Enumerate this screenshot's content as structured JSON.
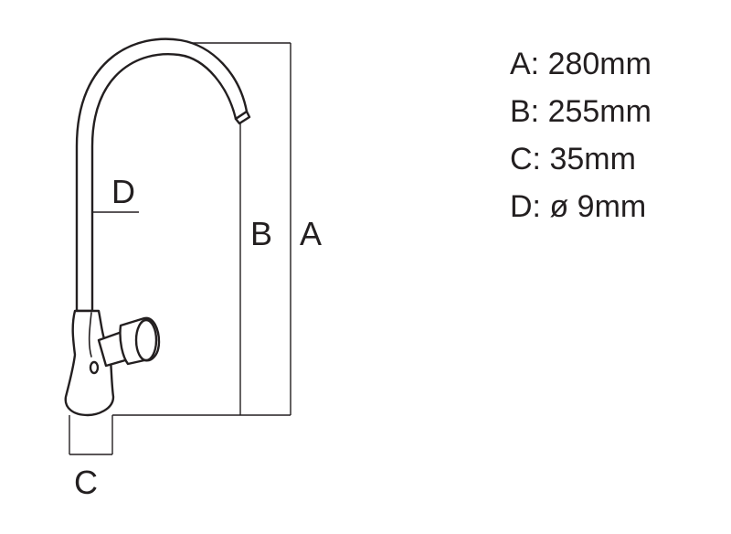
{
  "labels": {
    "a": "A",
    "b": "B",
    "c": "C",
    "d": "D"
  },
  "specs": [
    "A: 280mm",
    "B: 255mm",
    "C: 35mm",
    "D: ø 9mm"
  ]
}
